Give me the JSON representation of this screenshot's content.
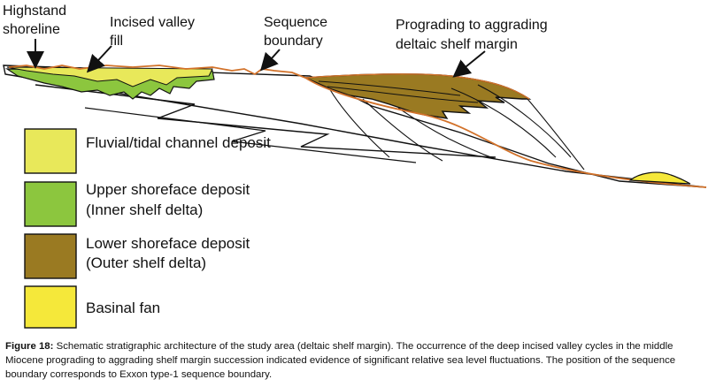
{
  "labels": {
    "highstand_line1": "Highstand",
    "highstand_line2": "shoreline",
    "incised_line1": "Incised valley",
    "incised_line2": "fill",
    "sequence_line1": "Sequence",
    "sequence_line2": "boundary",
    "prograding_line1": "Prograding to aggrading",
    "prograding_line2": "deltaic shelf margin"
  },
  "legend": [
    {
      "line1": "Fluvial/tidal channel deposit",
      "line2": "",
      "color": "#e8e85a"
    },
    {
      "line1": "Upper shoreface deposit",
      "line2": "(Inner shelf delta)",
      "color": "#8cc63e"
    },
    {
      "line1": "Lower shoreface deposit",
      "line2": "(Outer shelf delta)",
      "color": "#9a7a22"
    },
    {
      "line1": "Basinal fan",
      "line2": "",
      "color": "#f5e83a"
    }
  ],
  "colors": {
    "sequence_boundary": "#d2722a",
    "outline": "#111111"
  },
  "caption": {
    "title": "Figure 18:",
    "text": " Schematic stratigraphic architecture of the study area (deltaic shelf margin). The occurrence of the deep incised valley cycles in the middle Miocene prograding to aggrading shelf margin succession indicated evidence of significant relative sea level fluctuations. The position of the sequence boundary corresponds to Exxon type-1 sequence boundary."
  }
}
